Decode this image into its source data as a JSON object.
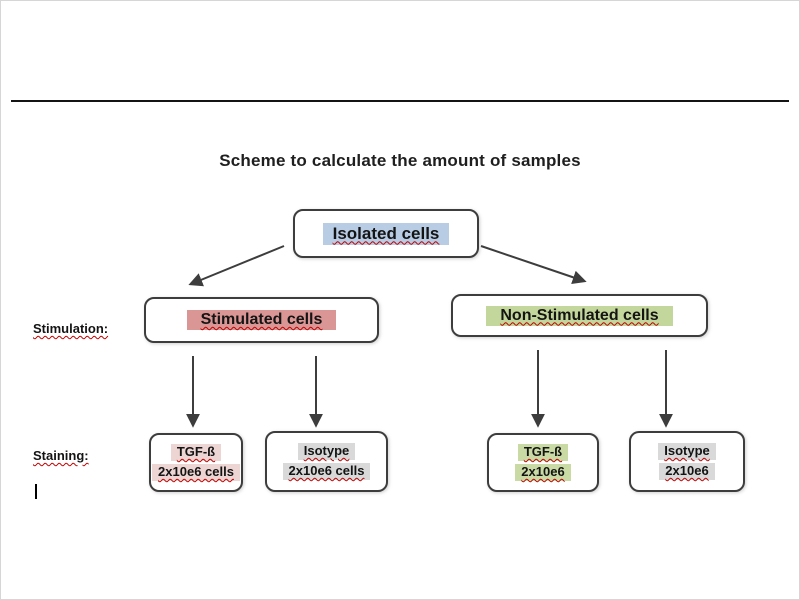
{
  "title": "Scheme to calculate the amount of samples",
  "labels": {
    "stimulation": "Stimulation:",
    "staining": "Staining:"
  },
  "nodes": {
    "isolated": {
      "label": "Isolated cells",
      "highlight": "#b8cce4"
    },
    "stimulated": {
      "label": "Stimulated cells",
      "highlight": "#d99694"
    },
    "non_stimulated": {
      "label": "Non-Stimulated cells",
      "highlight": "#c3d69b"
    }
  },
  "leaves": {
    "stim_tgf": {
      "line1": "TGF-ß",
      "line2": "2x10e6 cells",
      "highlight": "#edd5d3"
    },
    "stim_isotype": {
      "line1": "Isotype",
      "line2": "2x10e6 cells",
      "highlight": "#d9d9d9"
    },
    "nonstim_tgf": {
      "line1": "TGF-ß",
      "line2": "2x10e6",
      "highlight": "#c9daa5"
    },
    "nonstim_isotype": {
      "line1": "Isotype",
      "line2": "2x10e6",
      "highlight": "#d9d9d9"
    }
  },
  "colors": {
    "arrow": "#3d3d3d",
    "box_border": "#3d3d3d",
    "spellcheck_squiggle": "#c00000"
  }
}
